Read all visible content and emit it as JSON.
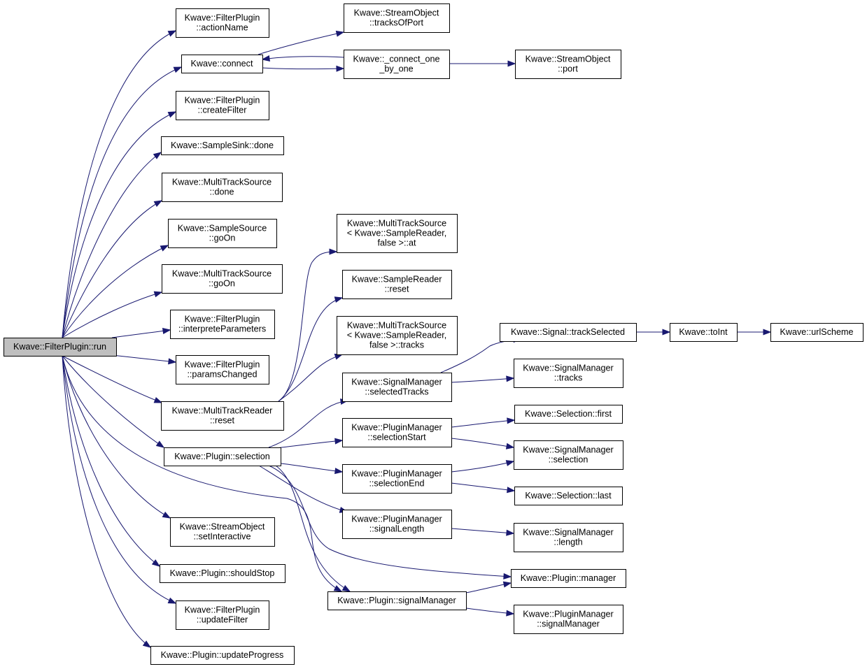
{
  "diagram": {
    "type": "call-graph",
    "nodes": [
      {
        "id": "run",
        "lines": [
          "Kwave::FilterPlugin::run"
        ]
      },
      {
        "id": "actionName",
        "lines": [
          "Kwave::FilterPlugin",
          "::actionName"
        ]
      },
      {
        "id": "connect",
        "lines": [
          "Kwave::connect"
        ]
      },
      {
        "id": "createFilter",
        "lines": [
          "Kwave::FilterPlugin",
          "::createFilter"
        ]
      },
      {
        "id": "sinkDone",
        "lines": [
          "Kwave::SampleSink::done"
        ]
      },
      {
        "id": "mtsDone",
        "lines": [
          "Kwave::MultiTrackSource",
          "::done"
        ]
      },
      {
        "id": "ssGoOn",
        "lines": [
          "Kwave::SampleSource",
          "::goOn"
        ]
      },
      {
        "id": "mtsGoOn",
        "lines": [
          "Kwave::MultiTrackSource",
          "::goOn"
        ]
      },
      {
        "id": "interprete",
        "lines": [
          "Kwave::FilterPlugin",
          "::interpreteParameters"
        ]
      },
      {
        "id": "paramsChanged",
        "lines": [
          "Kwave::FilterPlugin",
          "::paramsChanged"
        ]
      },
      {
        "id": "mtrReset",
        "lines": [
          "Kwave::MultiTrackReader",
          "::reset"
        ]
      },
      {
        "id": "selection",
        "lines": [
          "Kwave::Plugin::selection"
        ]
      },
      {
        "id": "setInteractive",
        "lines": [
          "Kwave::StreamObject",
          "::setInteractive"
        ]
      },
      {
        "id": "shouldStop",
        "lines": [
          "Kwave::Plugin::shouldStop"
        ]
      },
      {
        "id": "updateFilter",
        "lines": [
          "Kwave::FilterPlugin",
          "::updateFilter"
        ]
      },
      {
        "id": "updateProgress",
        "lines": [
          "Kwave::Plugin::updateProgress"
        ]
      },
      {
        "id": "tracksOfPort",
        "lines": [
          "Kwave::StreamObject",
          "::tracksOfPort"
        ]
      },
      {
        "id": "connectOne",
        "lines": [
          "Kwave::_connect_one",
          "_by_one"
        ]
      },
      {
        "id": "port",
        "lines": [
          "Kwave::StreamObject",
          "::port"
        ]
      },
      {
        "id": "mtsAt",
        "lines": [
          "Kwave::MultiTrackSource",
          "< Kwave::SampleReader,",
          "false >::at"
        ]
      },
      {
        "id": "srReset",
        "lines": [
          "Kwave::SampleReader",
          "::reset"
        ]
      },
      {
        "id": "mtsTracks",
        "lines": [
          "Kwave::MultiTrackSource",
          "< Kwave::SampleReader,",
          "false >::tracks"
        ]
      },
      {
        "id": "smSelectedTracks",
        "lines": [
          "Kwave::SignalManager",
          "::selectedTracks"
        ]
      },
      {
        "id": "pmSelectionStart",
        "lines": [
          "Kwave::PluginManager",
          "::selectionStart"
        ]
      },
      {
        "id": "pmSelectionEnd",
        "lines": [
          "Kwave::PluginManager",
          "::selectionEnd"
        ]
      },
      {
        "id": "pmSignalLength",
        "lines": [
          "Kwave::PluginManager",
          "::signalLength"
        ]
      },
      {
        "id": "pSignalManager",
        "lines": [
          "Kwave::Plugin::signalManager"
        ]
      },
      {
        "id": "trackSelected",
        "lines": [
          "Kwave::Signal::trackSelected"
        ]
      },
      {
        "id": "toInt",
        "lines": [
          "Kwave::toInt"
        ]
      },
      {
        "id": "urlScheme",
        "lines": [
          "Kwave::urlScheme"
        ]
      },
      {
        "id": "smTracks",
        "lines": [
          "Kwave::SignalManager",
          "::tracks"
        ]
      },
      {
        "id": "selFirst",
        "lines": [
          "Kwave::Selection::first"
        ]
      },
      {
        "id": "smSelection",
        "lines": [
          "Kwave::SignalManager",
          "::selection"
        ]
      },
      {
        "id": "selLast",
        "lines": [
          "Kwave::Selection::last"
        ]
      },
      {
        "id": "smLength",
        "lines": [
          "Kwave::SignalManager",
          "::length"
        ]
      },
      {
        "id": "pManager",
        "lines": [
          "Kwave::Plugin::manager"
        ]
      },
      {
        "id": "pmSignalManager",
        "lines": [
          "Kwave::PluginManager",
          "::signalManager"
        ]
      }
    ],
    "edges": [
      {
        "from": "run",
        "to": "actionName"
      },
      {
        "from": "run",
        "to": "connect"
      },
      {
        "from": "run",
        "to": "createFilter"
      },
      {
        "from": "run",
        "to": "sinkDone"
      },
      {
        "from": "run",
        "to": "mtsDone"
      },
      {
        "from": "run",
        "to": "ssGoOn"
      },
      {
        "from": "run",
        "to": "mtsGoOn"
      },
      {
        "from": "run",
        "to": "interprete"
      },
      {
        "from": "run",
        "to": "paramsChanged"
      },
      {
        "from": "run",
        "to": "mtrReset"
      },
      {
        "from": "run",
        "to": "selection"
      },
      {
        "from": "run",
        "to": "setInteractive"
      },
      {
        "from": "run",
        "to": "shouldStop"
      },
      {
        "from": "run",
        "to": "updateFilter"
      },
      {
        "from": "run",
        "to": "updateProgress"
      },
      {
        "from": "run",
        "to": "pSignalManager"
      },
      {
        "from": "connect",
        "to": "tracksOfPort"
      },
      {
        "from": "connect",
        "to": "connectOne"
      },
      {
        "from": "connectOne",
        "to": "connect"
      },
      {
        "from": "connectOne",
        "to": "port"
      },
      {
        "from": "mtrReset",
        "to": "mtsAt"
      },
      {
        "from": "mtrReset",
        "to": "srReset"
      },
      {
        "from": "mtrReset",
        "to": "mtsTracks"
      },
      {
        "from": "selection",
        "to": "smSelectedTracks"
      },
      {
        "from": "selection",
        "to": "pmSelectionStart"
      },
      {
        "from": "selection",
        "to": "pmSelectionEnd"
      },
      {
        "from": "selection",
        "to": "pmSignalLength"
      },
      {
        "from": "selection",
        "to": "pManager"
      },
      {
        "from": "selection",
        "to": "pSignalManager"
      },
      {
        "from": "smSelectedTracks",
        "to": "trackSelected"
      },
      {
        "from": "smSelectedTracks",
        "to": "smTracks"
      },
      {
        "from": "trackSelected",
        "to": "toInt"
      },
      {
        "from": "toInt",
        "to": "urlScheme"
      },
      {
        "from": "pmSelectionStart",
        "to": "selFirst"
      },
      {
        "from": "pmSelectionStart",
        "to": "smSelection"
      },
      {
        "from": "pmSelectionEnd",
        "to": "smSelection"
      },
      {
        "from": "pmSelectionEnd",
        "to": "selLast"
      },
      {
        "from": "pmSignalLength",
        "to": "smLength"
      },
      {
        "from": "pSignalManager",
        "to": "pManager"
      },
      {
        "from": "pSignalManager",
        "to": "pmSignalManager"
      }
    ],
    "colors": {
      "edge": "#191970",
      "root_fill": "#bfbfbf",
      "node_fill": "#ffffff",
      "node_border": "#000000"
    }
  }
}
